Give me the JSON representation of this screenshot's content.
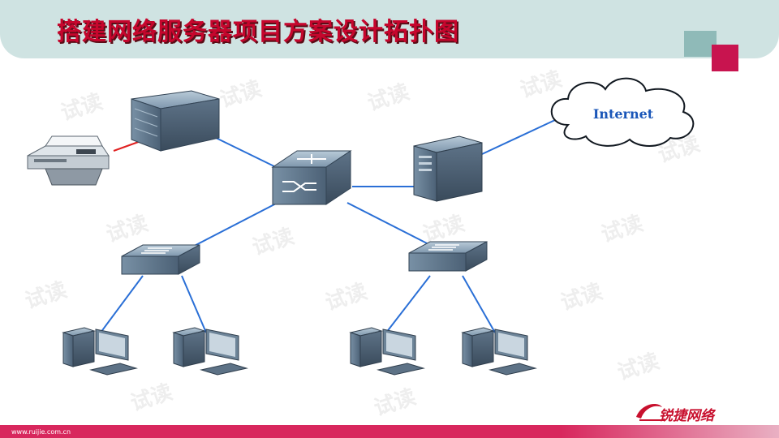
{
  "header": {
    "title": "搭建网络服务器项目方案设计拓扑图"
  },
  "diagram": {
    "cloud_label": "Internet",
    "nodes": [
      {
        "id": "printer",
        "kind": "printer",
        "icon": "printer-icon"
      },
      {
        "id": "storage-server",
        "kind": "rack-server",
        "icon": "rack-server-icon"
      },
      {
        "id": "core-switch",
        "kind": "core-switch",
        "icon": "core-switch-icon"
      },
      {
        "id": "tower-server",
        "kind": "tower-server",
        "icon": "tower-server-icon"
      },
      {
        "id": "internet-cloud",
        "kind": "cloud",
        "icon": "cloud-icon"
      },
      {
        "id": "access-switch-left",
        "kind": "access-switch",
        "icon": "switch-icon"
      },
      {
        "id": "access-switch-right",
        "kind": "access-switch",
        "icon": "switch-icon"
      },
      {
        "id": "pc-1",
        "kind": "pc",
        "icon": "computer-icon"
      },
      {
        "id": "pc-2",
        "kind": "pc",
        "icon": "computer-icon"
      },
      {
        "id": "pc-3",
        "kind": "pc",
        "icon": "computer-icon"
      },
      {
        "id": "pc-4",
        "kind": "pc",
        "icon": "computer-icon"
      }
    ],
    "links": [
      {
        "from": "printer",
        "to": "storage-server",
        "color": "#e02020"
      },
      {
        "from": "storage-server",
        "to": "core-switch",
        "color": "#2a6fd6"
      },
      {
        "from": "core-switch",
        "to": "tower-server",
        "color": "#2a6fd6"
      },
      {
        "from": "tower-server",
        "to": "internet-cloud",
        "color": "#2a6fd6"
      },
      {
        "from": "core-switch",
        "to": "access-switch-left",
        "color": "#2a6fd6"
      },
      {
        "from": "core-switch",
        "to": "access-switch-right",
        "color": "#2a6fd6"
      },
      {
        "from": "access-switch-left",
        "to": "pc-1",
        "color": "#2a6fd6"
      },
      {
        "from": "access-switch-left",
        "to": "pc-2",
        "color": "#2a6fd6"
      },
      {
        "from": "access-switch-right",
        "to": "pc-3",
        "color": "#2a6fd6"
      },
      {
        "from": "access-switch-right",
        "to": "pc-4",
        "color": "#2a6fd6"
      }
    ]
  },
  "watermark": {
    "text": "试读"
  },
  "footer": {
    "url": "www.ruijie.com.cn",
    "logo_text": "锐捷网络"
  },
  "colors": {
    "header_band": "#cfe3e2",
    "title": "#c6062d",
    "footer_bar": "#d8275d",
    "link_blue": "#2a6fd6",
    "link_red": "#e02020"
  }
}
